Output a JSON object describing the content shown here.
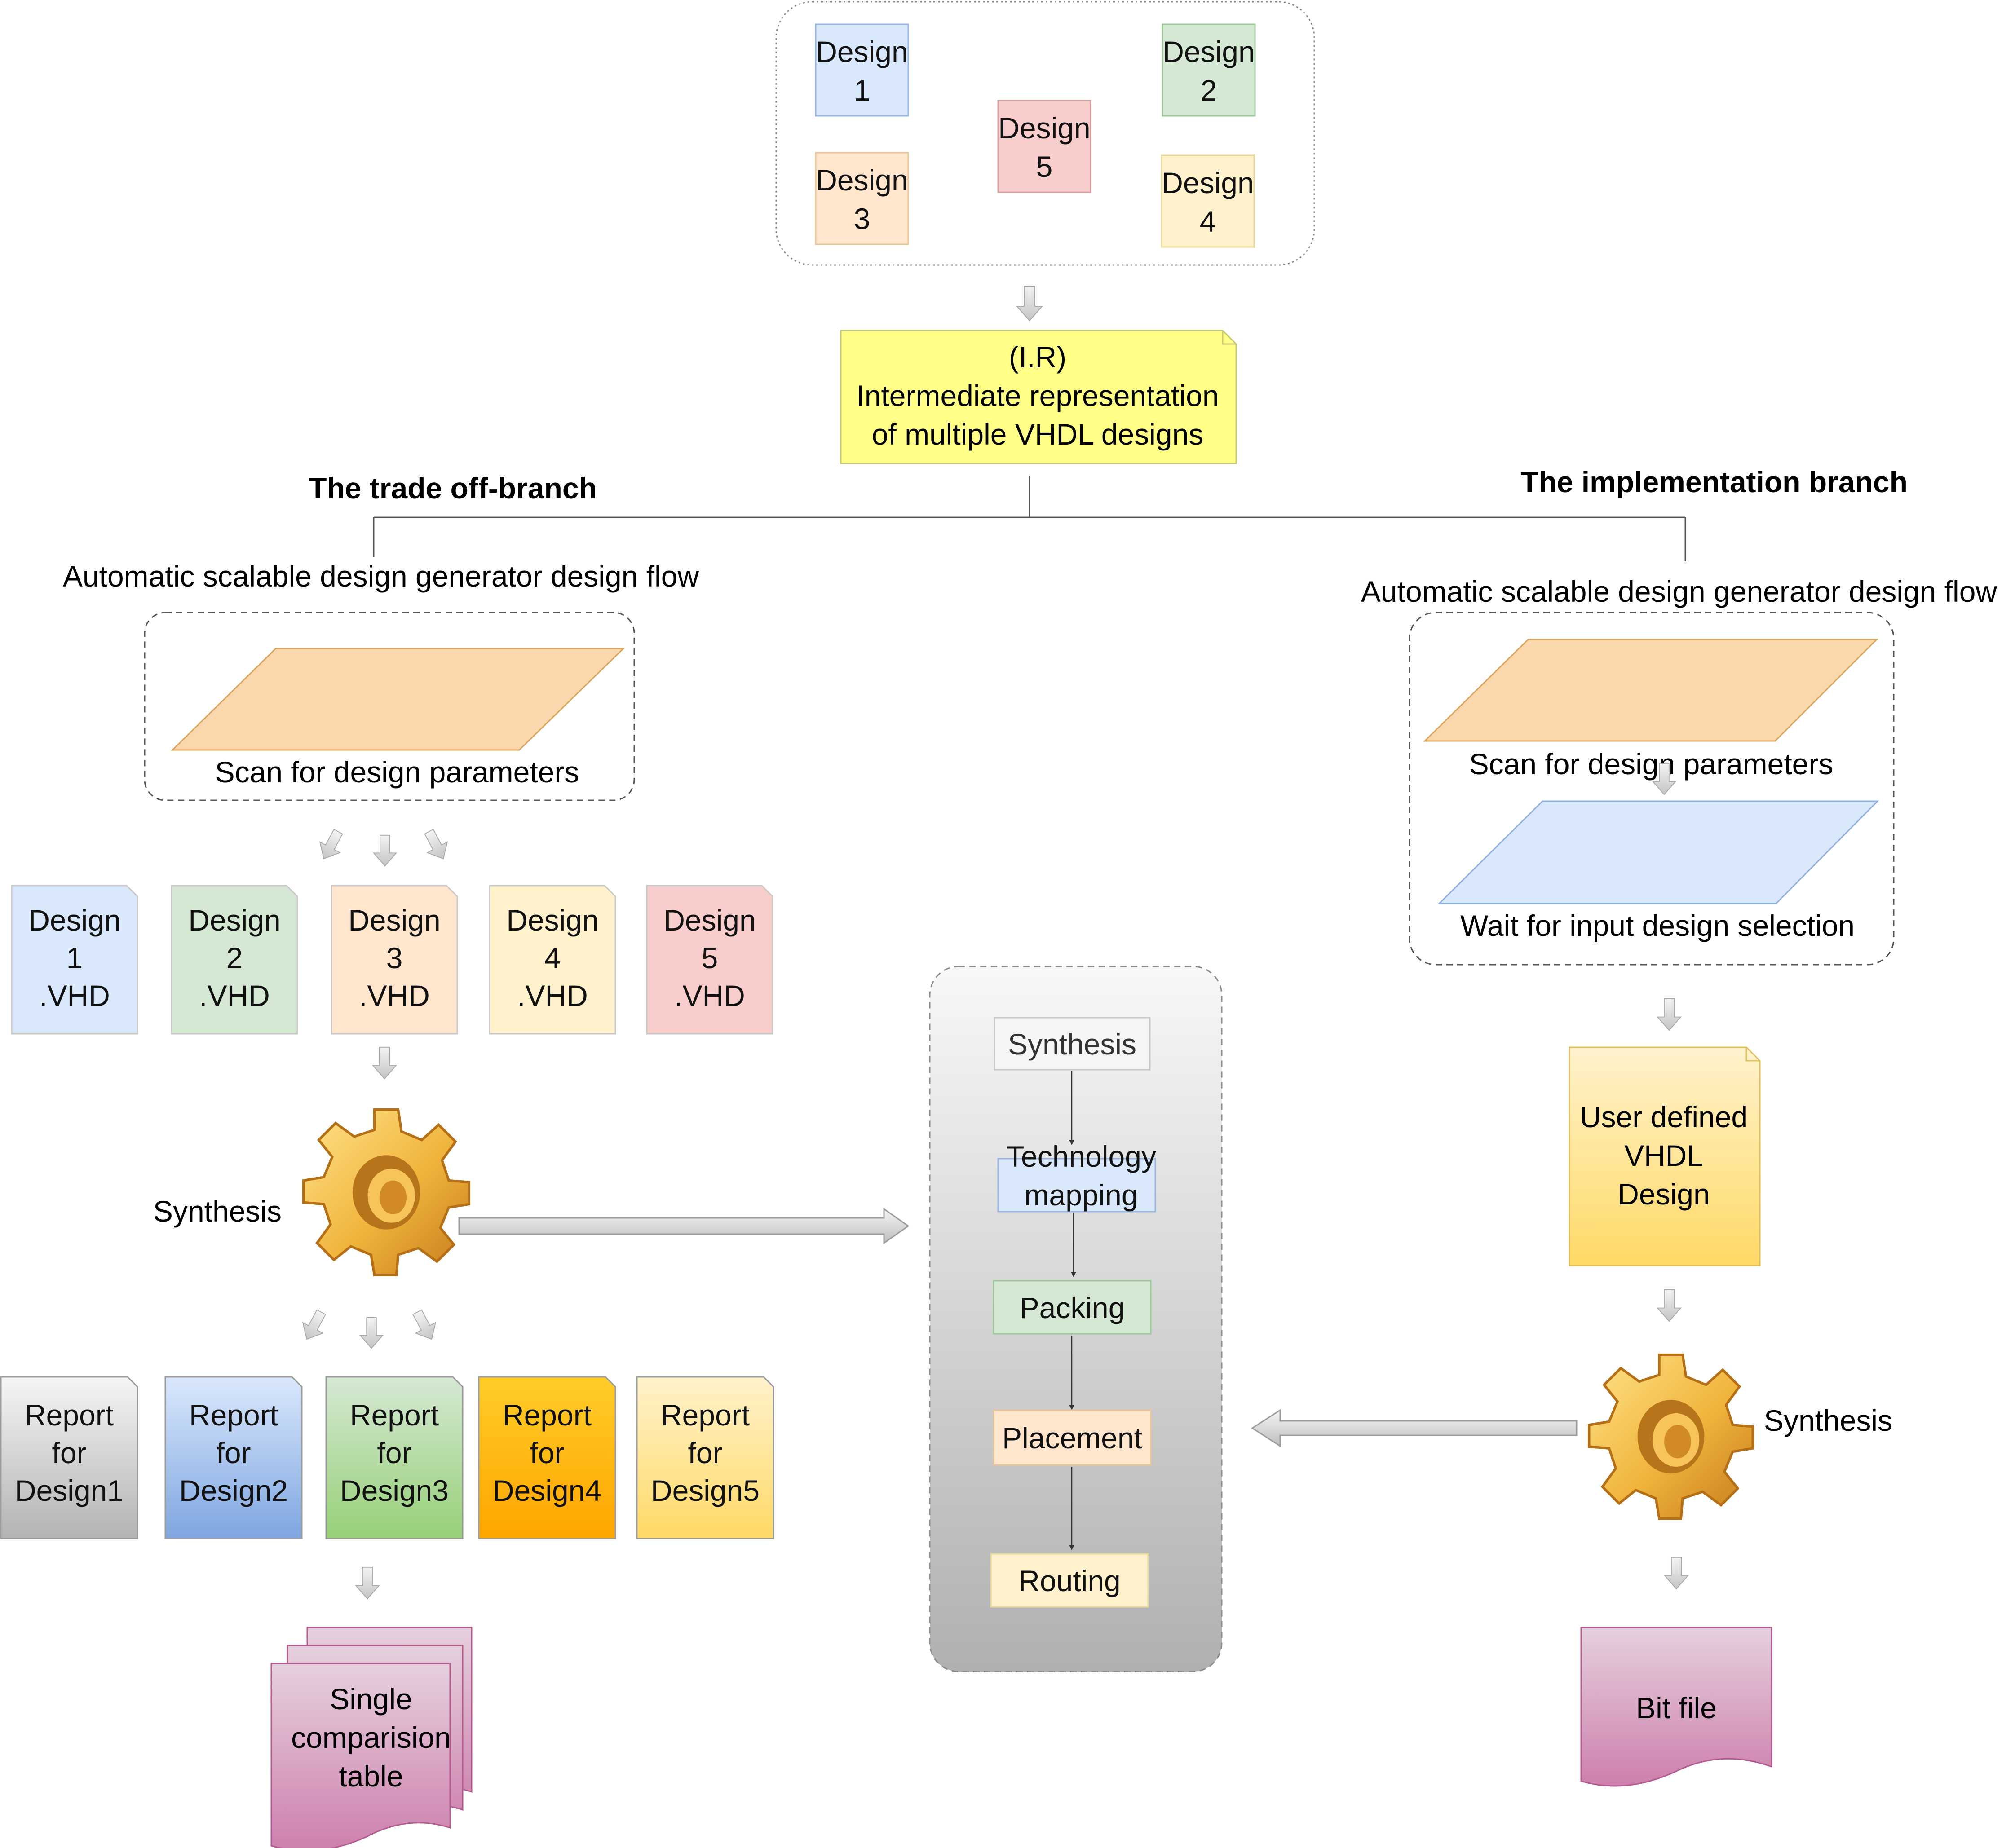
{
  "top_designs": [
    {
      "line1": "Design",
      "line2": "1",
      "fill": "#dae8fc",
      "stroke": "#9ab6e0"
    },
    {
      "line1": "Design",
      "line2": "2",
      "fill": "#d5e8d4",
      "stroke": "#9cc99a"
    },
    {
      "line1": "Design",
      "line2": "3",
      "fill": "#ffe6cc",
      "stroke": "#e8c49a"
    },
    {
      "line1": "Design",
      "line2": "4",
      "fill": "#fff2cc",
      "stroke": "#e8d79a"
    },
    {
      "line1": "Design",
      "line2": "5",
      "fill": "#f8cecc",
      "stroke": "#d9a09d"
    }
  ],
  "ir_note": {
    "lines": [
      "(I.R)",
      "Intermediate representation",
      "of multiple VHDL designs"
    ],
    "fill": "#ffff88",
    "stroke": "#c8c870"
  },
  "left_branch": {
    "title": "The trade off-branch",
    "flow_label": "Automatic scalable design generator design flow",
    "scan_label": "Scan for design parameters",
    "vhd_files": [
      {
        "lines": [
          "Design",
          "1",
          ".VHD"
        ],
        "fill": "#dae8fc"
      },
      {
        "lines": [
          "Design",
          "2",
          ".VHD"
        ],
        "fill": "#d5e8d4"
      },
      {
        "lines": [
          "Design",
          "3",
          ".VHD"
        ],
        "fill": "#ffe6cc"
      },
      {
        "lines": [
          "Design",
          "4",
          ".VHD"
        ],
        "fill": "#fff2cc"
      },
      {
        "lines": [
          "Design",
          "5",
          ".VHD"
        ],
        "fill": "#f8cecc"
      }
    ],
    "synthesis_label": "Synthesis",
    "reports": [
      {
        "lines": [
          "Report",
          "for",
          "Design1"
        ],
        "top": "#f5f5f5",
        "bottom": "#b3b3b3"
      },
      {
        "lines": [
          "Report",
          "for",
          "Design2"
        ],
        "top": "#dae8fc",
        "bottom": "#7ea6e0"
      },
      {
        "lines": [
          "Report",
          "for",
          "Design3"
        ],
        "top": "#d5e8d4",
        "bottom": "#97d077"
      },
      {
        "lines": [
          "Report",
          "for",
          "Design4"
        ],
        "top": "#ffcd28",
        "bottom": "#ffa500"
      },
      {
        "lines": [
          "Report",
          "for",
          "Design5"
        ],
        "top": "#fff2cc",
        "bottom": "#ffd966"
      }
    ],
    "table_lines": [
      "Single",
      "comparision",
      "table"
    ]
  },
  "center_flow": {
    "steps": [
      {
        "label": "Synthesis",
        "fill": "#f5f5f5",
        "stroke": "#c8c8c8",
        "color": "#333333"
      },
      {
        "label": "Technology\nmapping",
        "fill": "#dae8fc",
        "stroke": "#9ab6e0",
        "color": "#111111"
      },
      {
        "label": "Packing",
        "fill": "#d5e8d4",
        "stroke": "#9cc99a",
        "color": "#111111"
      },
      {
        "label": "Placement",
        "fill": "#ffe6cc",
        "stroke": "#e8c49a",
        "color": "#111111"
      },
      {
        "label": "Routing",
        "fill": "#fff2cc",
        "stroke": "#e8d79a",
        "color": "#111111"
      }
    ]
  },
  "right_branch": {
    "title": "The implementation branch",
    "flow_label": "Automatic scalable design generator design flow",
    "scan_label": "Scan for design parameters",
    "wait_label": "Wait for input design selection",
    "user_design_lines": [
      "User defined",
      "VHDL",
      "Design"
    ],
    "synthesis_label": "Synthesis",
    "bit_file_label": "Bit file"
  },
  "icons": {
    "gear": "gear-icon",
    "arrow": "down-arrow-icon"
  },
  "colors": {
    "parallelogram_orange": "#fad7ac",
    "parallelogram_blue": "#dae8fc",
    "gear_light": "#ffd966",
    "gear_dark": "#c9801e",
    "pink_top": "#e6d0de",
    "pink_bottom": "#cd7fac",
    "user_design_top": "#fff2cc",
    "user_design_bottom": "#ffd966"
  }
}
